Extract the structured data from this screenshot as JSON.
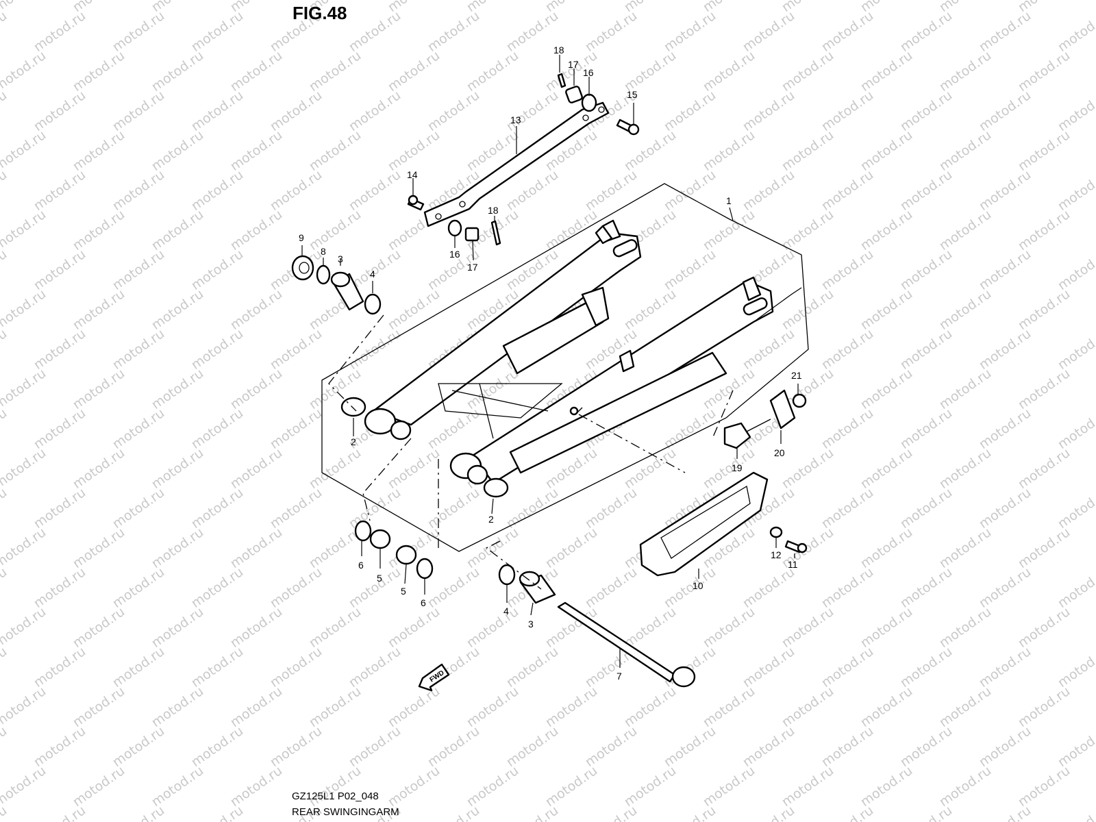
{
  "figure_title": "FIG.48",
  "watermark_text": "motod.ru",
  "footer": {
    "code": "GZ125L1 P02_048",
    "name": "REAR SWINGINGARM"
  },
  "fwd_label": "FWD",
  "callouts": [
    "1",
    "2",
    "2",
    "3",
    "3",
    "4",
    "4",
    "5",
    "5",
    "6",
    "6",
    "7",
    "8",
    "9",
    "10",
    "11",
    "12",
    "13",
    "14",
    "15",
    "16",
    "16",
    "17",
    "17",
    "18",
    "18",
    "19",
    "20",
    "21"
  ],
  "colors": {
    "line": "#000000",
    "watermark": "#c9c9c9",
    "background": "#ffffff"
  }
}
